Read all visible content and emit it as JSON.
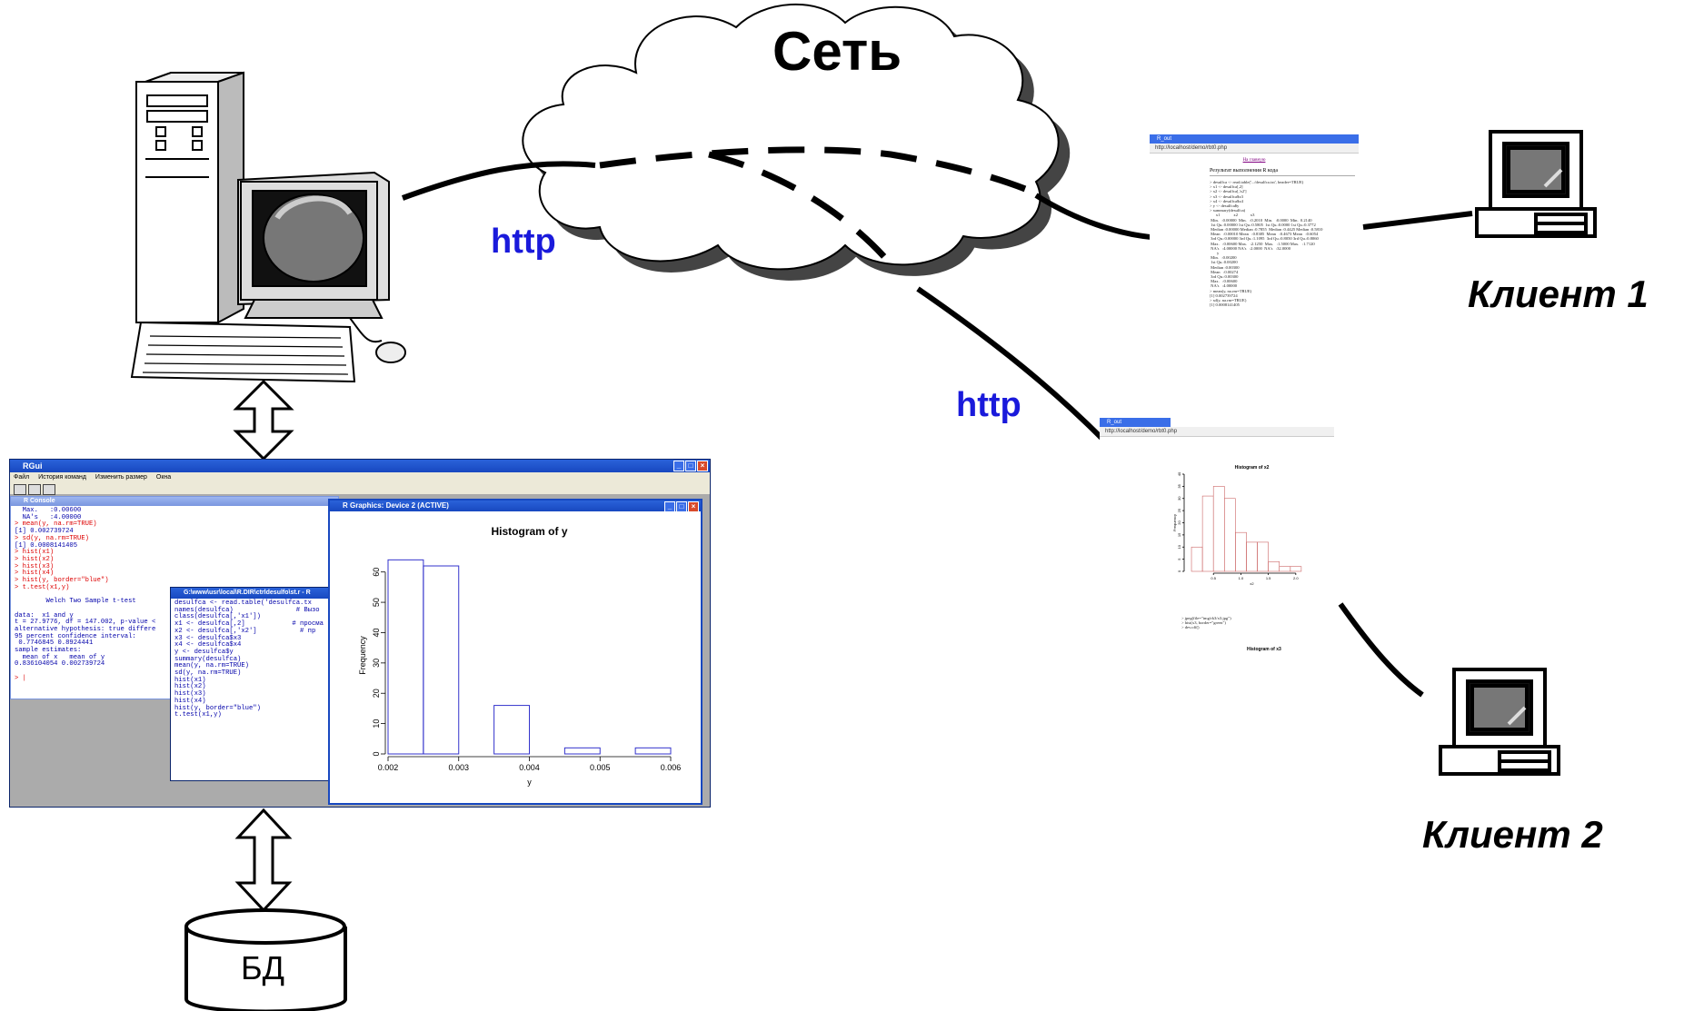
{
  "labels": {
    "network": "Сеть",
    "http_top": "http",
    "http_bottom": "http",
    "client1": "Клиент 1",
    "client2": "Клиент 2",
    "database": "БД"
  },
  "rgui": {
    "title": "RGui",
    "menu": [
      "Файл",
      "История команд",
      "Изменить размер",
      "Окна"
    ],
    "console_title": "R Console",
    "console_lines": [
      {
        "t": "  Max.   :0.00600",
        "c": "blue"
      },
      {
        "t": "  NA's   :4.00000",
        "c": "blue"
      },
      {
        "t": "> mean(y, na.rm=TRUE)",
        "c": "red"
      },
      {
        "t": "[1] 0.002739724",
        "c": "blue"
      },
      {
        "t": "> sd(y, na.rm=TRUE)",
        "c": "red"
      },
      {
        "t": "[1] 0.0008141405",
        "c": "blue"
      },
      {
        "t": "> hist(x1)",
        "c": "red"
      },
      {
        "t": "> hist(x2)",
        "c": "red"
      },
      {
        "t": "> hist(x3)",
        "c": "red"
      },
      {
        "t": "> hist(x4)",
        "c": "red"
      },
      {
        "t": "> hist(y, border=\"blue\")",
        "c": "red"
      },
      {
        "t": "> t.test(x1,y)",
        "c": "red"
      },
      {
        "t": "",
        "c": "blue"
      },
      {
        "t": "        Welch Two Sample t-test",
        "c": "blue"
      },
      {
        "t": "",
        "c": "blue"
      },
      {
        "t": "data:  x1 and y",
        "c": "blue"
      },
      {
        "t": "t = 27.9776, df = 147.002, p-value <",
        "c": "blue"
      },
      {
        "t": "alternative hypothesis: true differe",
        "c": "blue"
      },
      {
        "t": "95 percent confidence interval:",
        "c": "blue"
      },
      {
        "t": " 0.7746845 0.8924441",
        "c": "blue"
      },
      {
        "t": "sample estimates:",
        "c": "blue"
      },
      {
        "t": "  mean of x   mean of y",
        "c": "blue"
      },
      {
        "t": "0.836104054 0.002739724",
        "c": "blue"
      },
      {
        "t": "",
        "c": "blue"
      },
      {
        "t": "> |",
        "c": "red"
      }
    ],
    "editor_title": "G:\\www\\usr\\local\\R.DIR\\ctrldesulfo\\st.r - R",
    "editor_lines": [
      "desulfca <- read.table('desulfca.tx",
      "names(desulfca)                # Вызо",
      "class(desulfca[,'x1'])",
      "x1 <- desulfca[,2]            # просма",
      "x2 <- desulfca[,'x2']           # пр",
      "x3 <- desulfca$x3",
      "x4 <- desulfca$x4",
      "y <- desulfca$y",
      "summary(desulfca)",
      "mean(y, na.rm=TRUE)",
      "sd(y, na.rm=TRUE)",
      "hist(x1)",
      "hist(x2)",
      "hist(x3)",
      "hist(x4)",
      "hist(y, border=\"blue\")",
      "t.test(x1,y)"
    ],
    "graphics_title": "R Graphics: Device 2 (ACTIVE)"
  },
  "chart_data": [
    {
      "type": "bar",
      "title": "Histogram of y",
      "xlabel": "y",
      "ylabel": "Frequency",
      "x_ticks": [
        "0.002",
        "0.003",
        "0.004",
        "0.005",
        "0.006"
      ],
      "y_ticks": [
        "0",
        "10",
        "20",
        "30",
        "40",
        "50",
        "60"
      ],
      "xlim": [
        0.002,
        0.006
      ],
      "ylim": [
        0,
        65
      ],
      "bins": [
        [
          0.002,
          0.0025
        ],
        [
          0.0025,
          0.003
        ],
        [
          0.003,
          0.0035
        ],
        [
          0.0035,
          0.004
        ],
        [
          0.004,
          0.0045
        ],
        [
          0.0045,
          0.005
        ],
        [
          0.005,
          0.0055
        ],
        [
          0.0055,
          0.006
        ]
      ],
      "values": [
        64,
        62,
        0,
        16,
        0,
        2,
        0,
        2
      ],
      "color": "#3333cc"
    },
    {
      "type": "bar",
      "title": "Histogram of x2",
      "xlabel": "x2",
      "ylabel": "Frequency",
      "x_ticks": [
        "0.5",
        "1.0",
        "1.5",
        "2.0"
      ],
      "y_ticks": [
        "0",
        "5",
        "10",
        "15",
        "20",
        "25",
        "30",
        "35",
        "40"
      ],
      "bins": [
        [
          0.1,
          0.3
        ],
        [
          0.3,
          0.5
        ],
        [
          0.5,
          0.7
        ],
        [
          0.7,
          0.9
        ],
        [
          0.9,
          1.1
        ],
        [
          1.1,
          1.3
        ],
        [
          1.3,
          1.5
        ],
        [
          1.5,
          1.7
        ],
        [
          1.7,
          1.9
        ],
        [
          1.9,
          2.1
        ],
        [
          2.1,
          2.3
        ]
      ],
      "values": [
        10,
        31,
        35,
        30,
        16,
        12,
        12,
        4,
        2,
        2,
        0
      ],
      "xlim": [
        0,
        2.4
      ],
      "ylim": [
        0,
        40
      ],
      "color": "#cc6666"
    }
  ],
  "browser1": {
    "tab": "R_out",
    "address": "http://localhost/demo/rbt0.php",
    "link": "На главную",
    "heading": "Результат выполнения R кода",
    "lines": [
      "> desulfca <- read.table('.../desulfca.txt', header=TRUE)",
      "> x1 <- desulfca[,2]",
      "> x2 <- desulfca[,'x2']",
      "> x3 <- desulfca$x3",
      "> x4 <- desulfca$x4",
      "> y <- desulfca$y",
      "> summary(desulfca)",
      "      x1             x2            x3",
      " Min.   :0.00000  Min.   :0.2010  Min.   :0.0000  Min.  0.2140",
      " 1st Qu.:0.00000 1st Qu.:0.5805  1st Qu.:0.0000 1st Qu.:0.3772",
      " Median :0.00000 Median :0.7855  Median :0.4425 Median :0.5810",
      " Mean   :0.00010 Mean   :0.8385  Mean   :0.4673 Mean   :0.6054",
      " 3rd Qu.:0.00000 3rd Qu.:1.1095  3rd Qu.:0.8050 3rd Qu.:0.8060",
      " Max.   :0.00600 Max.   :2.1250  Max.   :1.5000 Max.   :1.7120",
      " NA's   :4.00000 NA's   :2.0000  NA's   :32.0000",
      "       y",
      " Min.   :0.00200",
      " 1st Qu.:0.00200",
      " Median :0.00300",
      " Mean   :0.00274",
      " 3rd Qu.:0.00300",
      " Max.   :0.00600",
      " NA's   :4.00000",
      "> mean(y, na.rm=TRUE)",
      "[1] 0.002739724",
      "> sd(y, na.rm=TRUE)",
      "[1] 0.0008141405"
    ]
  },
  "browser2": {
    "tab": "R_out",
    "address": "http://localhost/demo/rbt0.php",
    "code_lines": [
      "> jpeg(file=\"img/rk3/x3.jpg\")",
      "> hist(x3, border=\"green\")",
      "> dev.off()"
    ],
    "next_title": "Histogram of x3"
  }
}
